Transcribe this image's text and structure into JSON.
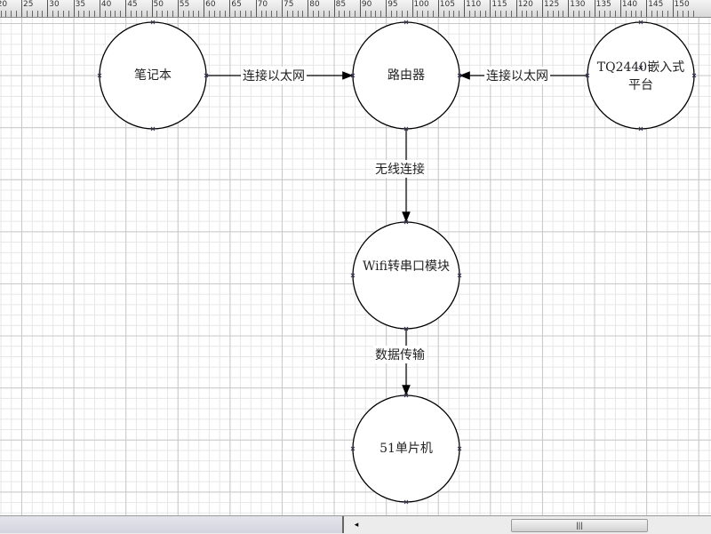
{
  "ruler": {
    "labels": [
      "20",
      "25",
      "30",
      "35",
      "40",
      "45",
      "50",
      "55",
      "60",
      "65",
      "70",
      "75",
      "80",
      "85",
      "90",
      "95",
      "100",
      "105",
      "110",
      "115",
      "120",
      "125",
      "130",
      "135",
      "140",
      "145",
      "150"
    ]
  },
  "nodes": {
    "laptop": "笔记本",
    "router": "路由器",
    "tq2440": "TQ2440嵌入式平台",
    "wifi": "Wifi转串口模块",
    "mcu": "51单片机"
  },
  "edges": {
    "laptop_router": "连接以太网",
    "tq_router": "连接以太网",
    "router_wifi": "无线连接",
    "wifi_mcu": "数据传输"
  },
  "scrollbar": {
    "left_arrow": "◂",
    "thumb_grip": "|||"
  }
}
